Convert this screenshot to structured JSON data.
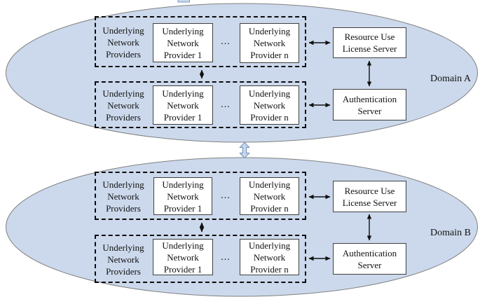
{
  "title": "Two-domain underlying network provider architecture diagram",
  "colors": {
    "ellipse_fill": "#ccd9ec",
    "ellipse_stroke": "#808080",
    "box_border": "#3f3f3f",
    "dashed_border": "#0a0a0a",
    "arrow": "#111111",
    "interdomain_arrow_fill": "#c9d6ea",
    "interdomain_arrow_stroke": "#7d9bc1"
  },
  "domains": [
    {
      "label": "Domain A",
      "groups": [
        {
          "label": "Underlying Network Providers",
          "first": "Underlying Network Provider 1",
          "ellipsis": "...",
          "last": "Underlying Network Provider n"
        },
        {
          "label": "Underlying Network Providers",
          "first": "Underlying Network Provider 1",
          "ellipsis": "...",
          "last": "Underlying Network Provider n"
        }
      ],
      "servers": [
        {
          "label": "Resource Use License Server"
        },
        {
          "label": "Authentication Server"
        }
      ]
    },
    {
      "label": "Domain B",
      "groups": [
        {
          "label": "Underlying Network Providers",
          "first": "Underlying Network Provider 1",
          "ellipsis": "...",
          "last": "Underlying Network Provider n"
        },
        {
          "label": "Underlying Network Providers",
          "first": "Underlying Network Provider 1",
          "ellipsis": "...",
          "last": "Underlying Network Provider n"
        }
      ],
      "servers": [
        {
          "label": "Resource Use License Server"
        },
        {
          "label": "Authentication Server"
        }
      ]
    }
  ]
}
